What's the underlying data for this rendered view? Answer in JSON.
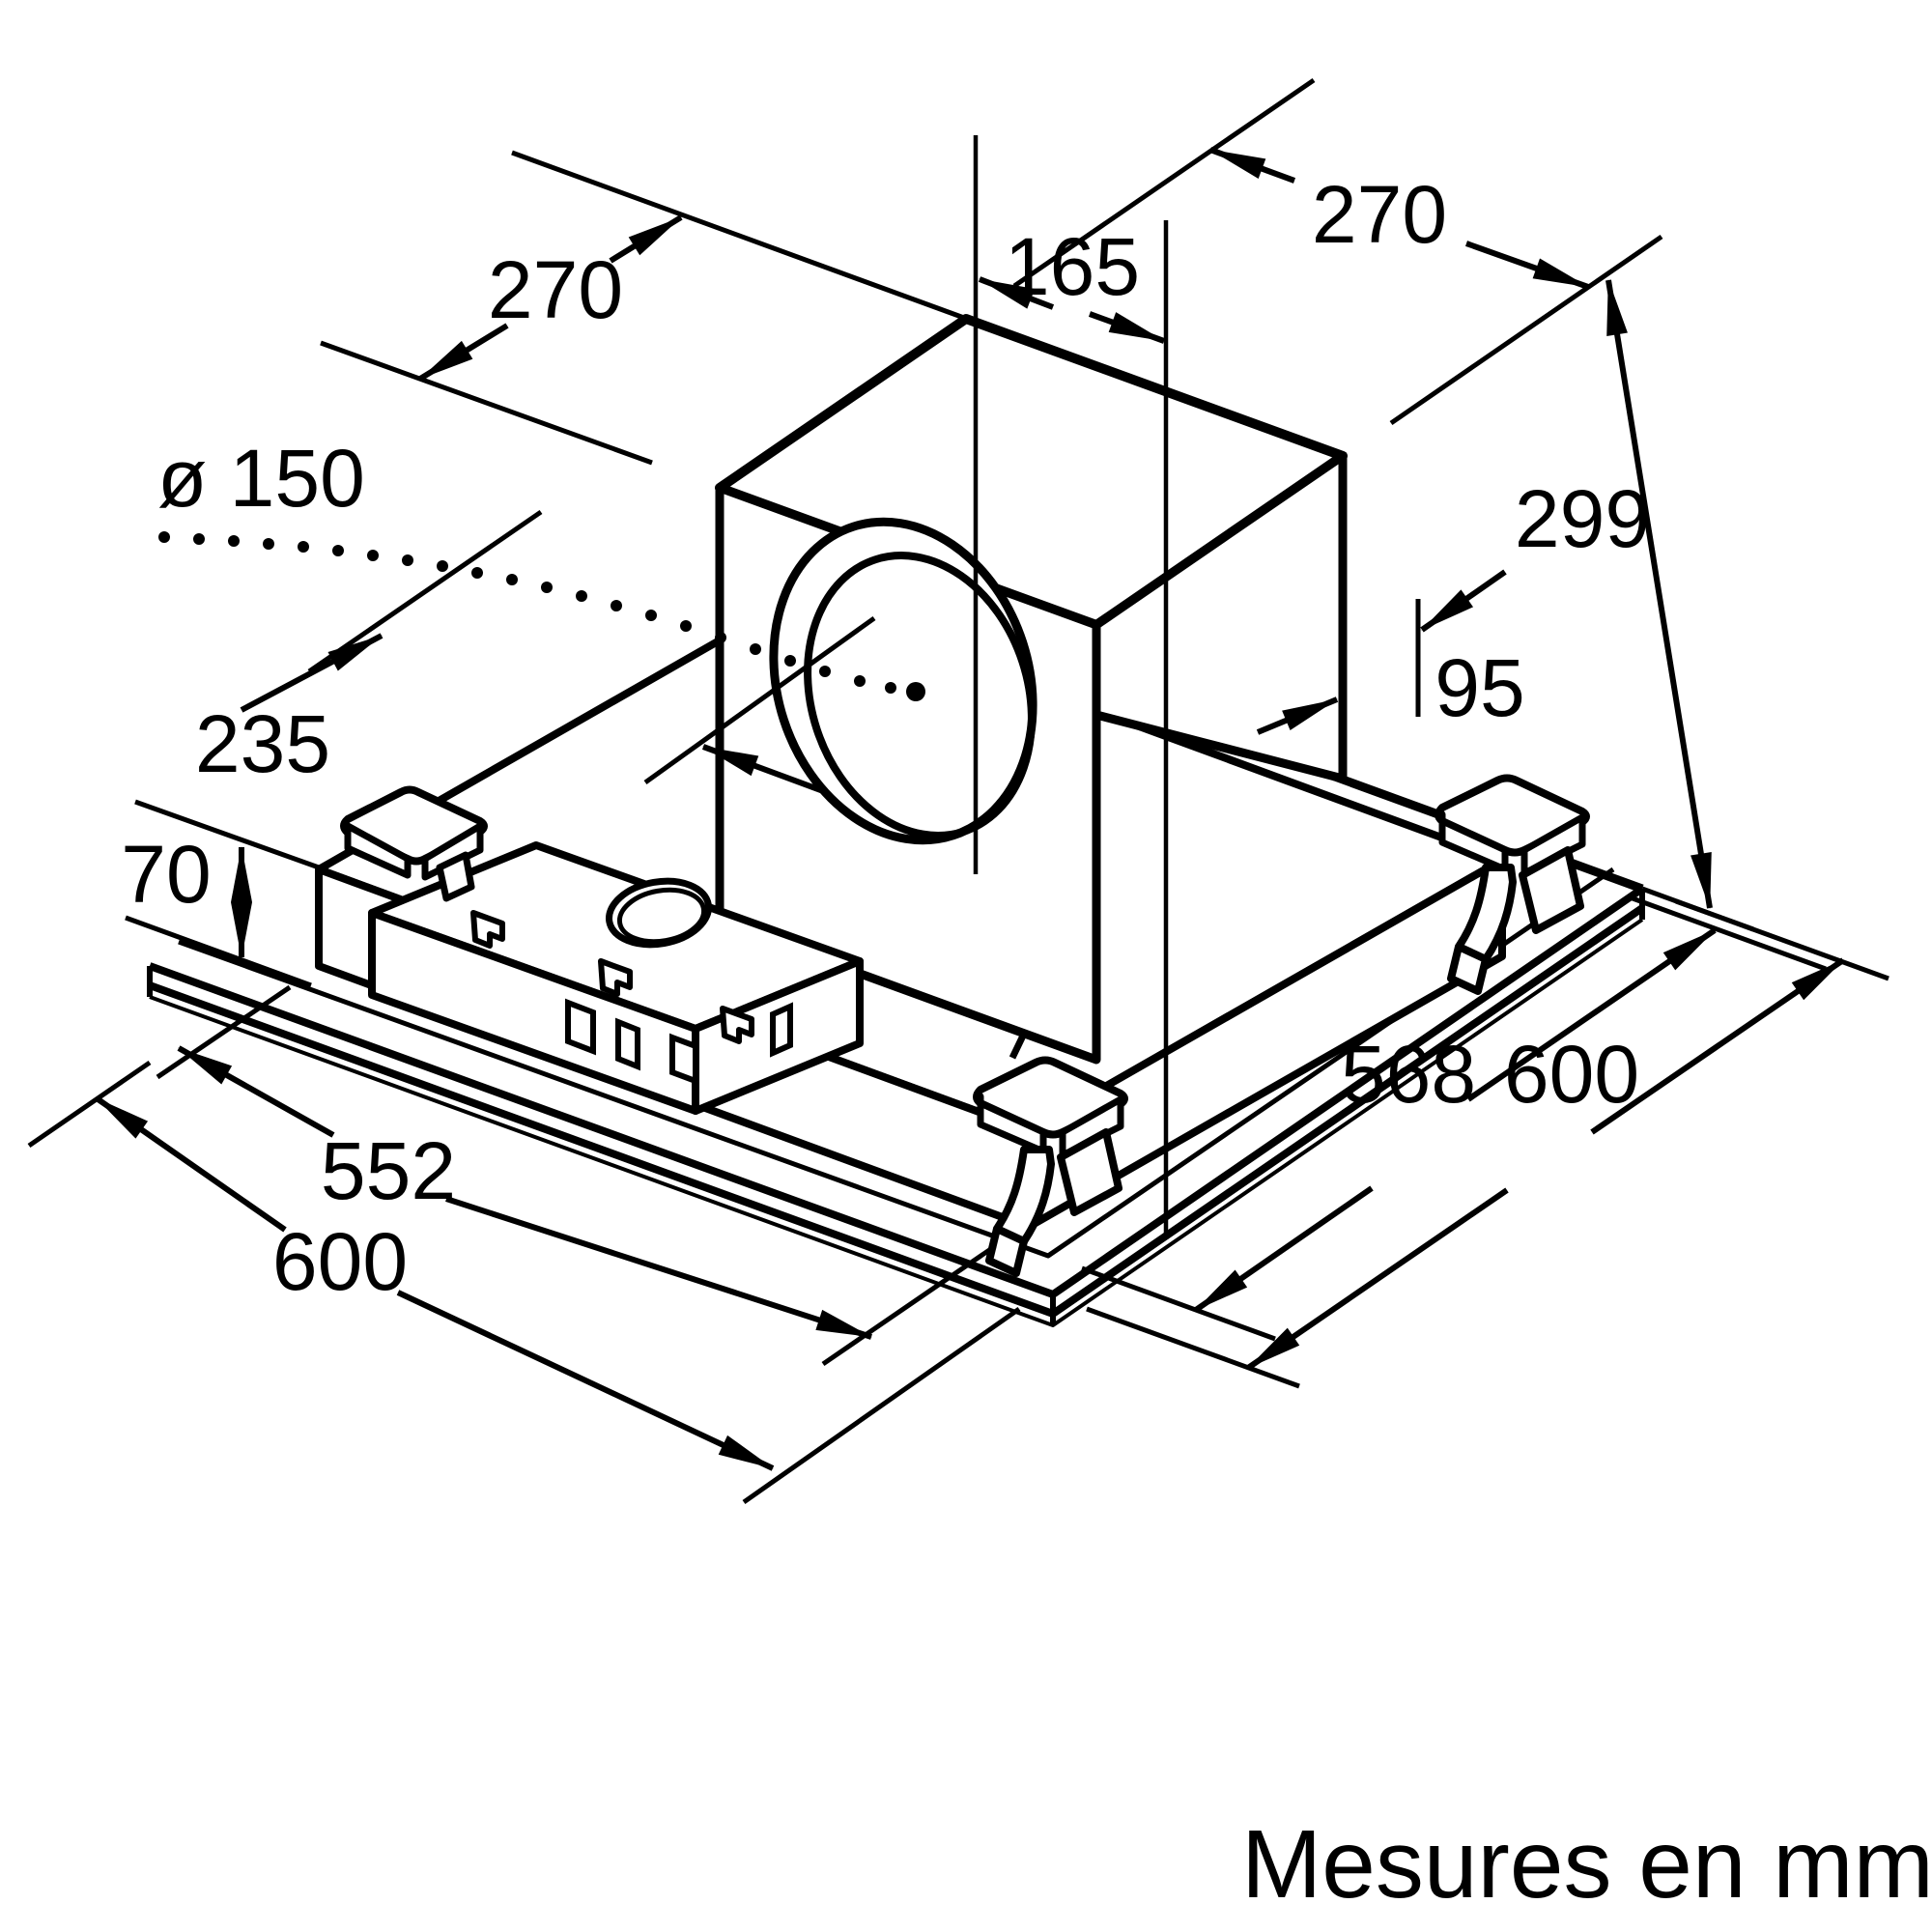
{
  "dims": {
    "d270_top_left": "270",
    "d165": "165",
    "d270_top_right": "270",
    "d299": "299",
    "d_diameter": "ø 150",
    "d235": "235",
    "d70": "70",
    "d95": "95",
    "d552": "552",
    "d600_left": "600",
    "d568": "568",
    "d600_right": "600"
  },
  "footer": {
    "label": "Mesures en mm"
  },
  "colors": {
    "line": "#000000",
    "background": "#ffffff"
  },
  "drawing": {
    "type": "isometric-installation-diagram",
    "subject": "ceiling-mounted extractor hood: 600x600 ceiling panel, 552x568 hood body (70 high), motor box 270x270x299 with ø150 duct collar offset 165/95, duct center 235 from edge",
    "units": "mm"
  }
}
